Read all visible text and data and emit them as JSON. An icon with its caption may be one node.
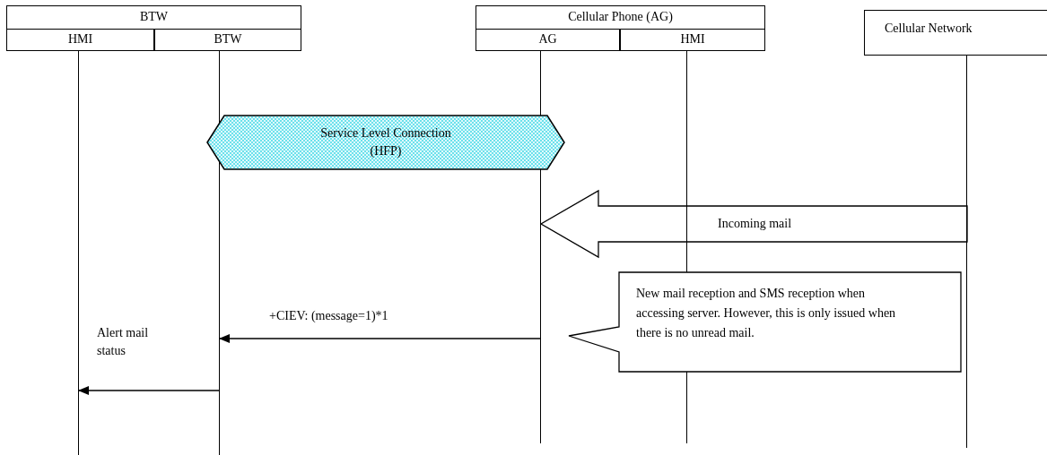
{
  "diagram": {
    "nodes": [
      {
        "text": [
          "BTW"
        ]
      },
      {
        "text": [
          "HMI"
        ]
      },
      {
        "text": [
          "BTW"
        ]
      },
      {
        "text": [
          "Cellular Phone (AG)"
        ]
      },
      {
        "text": [
          "AG"
        ]
      },
      {
        "text": [
          "HMI"
        ]
      },
      {
        "text": [
          "Cellular Network"
        ]
      },
      {
        "text": [
          "Service Level Connection (HFP)"
        ]
      },
      {
        "text": [
          "New mail reception and SMS reception when accessing server. However, this is only issued when there is no unread mail."
        ]
      }
    ],
    "edges": [
      {
        "from": 6,
        "to": 4,
        "arrow": "to",
        "label": "Incoming mail"
      },
      {
        "from": 4,
        "to": 2,
        "arrow": "to",
        "label": "+CIEV: (message=1)*1"
      },
      {
        "from": 2,
        "to": 1,
        "arrow": "to",
        "label": "Alert mail status"
      }
    ]
  }
}
